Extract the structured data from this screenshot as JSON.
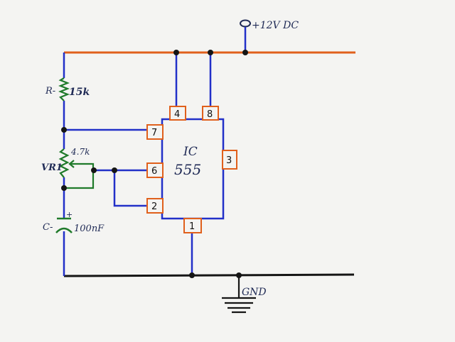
{
  "supply": {
    "label": "+12V DC"
  },
  "ground": {
    "label": "GND"
  },
  "ic": {
    "line1": "IC",
    "line2": "555"
  },
  "pins": {
    "p1": "1",
    "p2": "2",
    "p3": "3",
    "p4": "4",
    "p6": "6",
    "p7": "7",
    "p8": "8"
  },
  "components": {
    "resistor": {
      "ref": "R-",
      "value": "15k"
    },
    "pot": {
      "ref": "VR1",
      "value": "4.7k"
    },
    "capacitor": {
      "ref": "C-",
      "polarity": "+",
      "value": "100nF"
    }
  },
  "colors": {
    "rail": "#e0601c",
    "wire": "#2230c8",
    "ground": "#151515",
    "component": "#1f7a2a",
    "pin_box": "#e0601c",
    "ink": "#1f2a55"
  }
}
